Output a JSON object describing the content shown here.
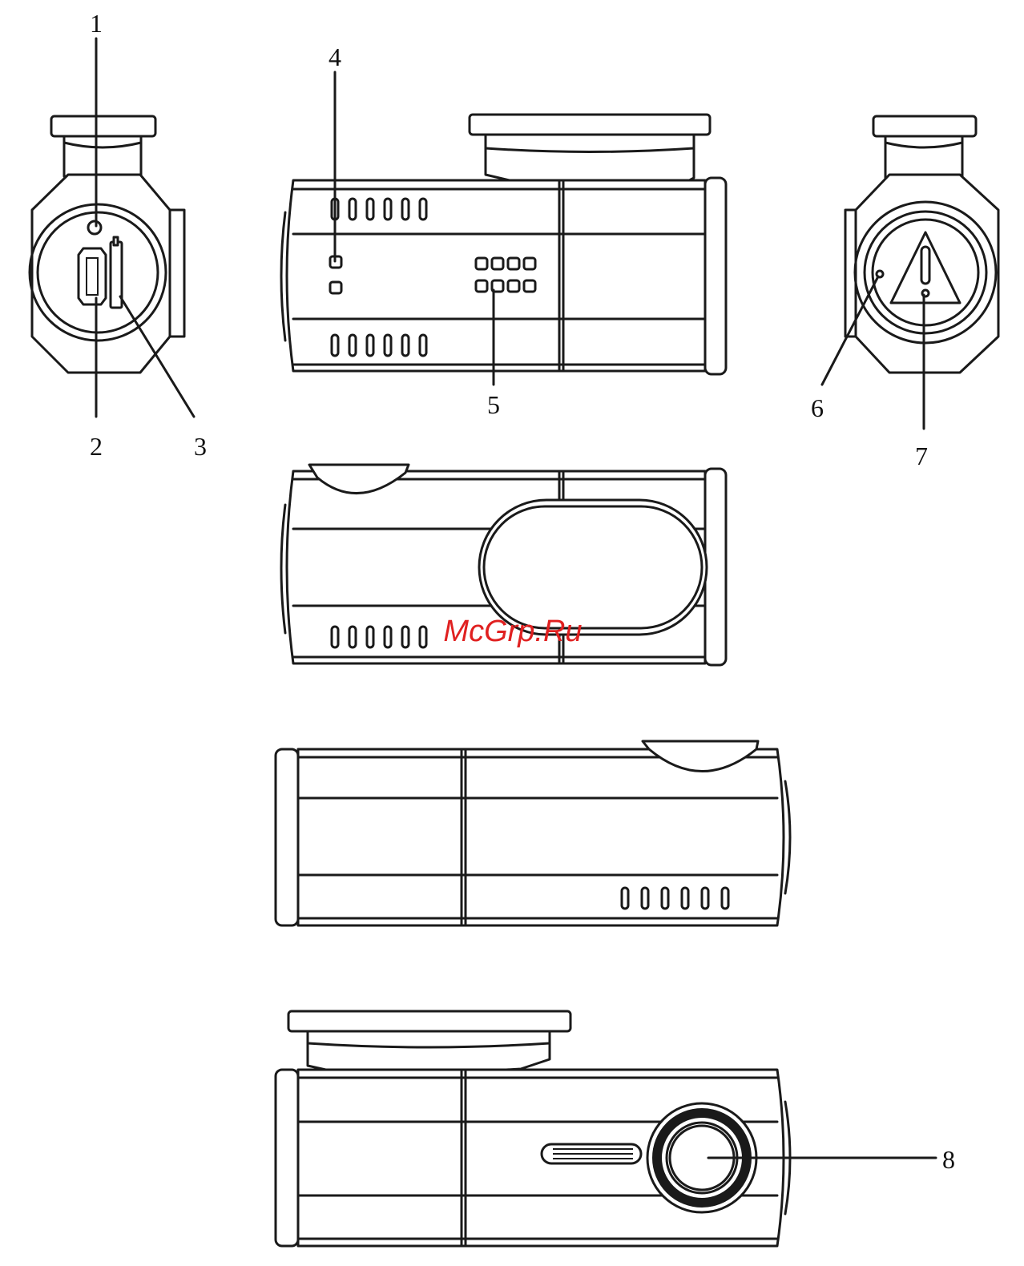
{
  "callouts": [
    "1",
    "2",
    "3",
    "4",
    "5",
    "6",
    "7",
    "8"
  ],
  "watermark": {
    "text": "McGrp.Ru",
    "color": "#e02020"
  },
  "colors": {
    "stroke": "#1a1a1a",
    "background": "#ffffff"
  },
  "icons": [
    "mini-usb-port-icon",
    "memory-card-slot-icon",
    "warning-triangle-icon",
    "camera-lens-icon"
  ]
}
